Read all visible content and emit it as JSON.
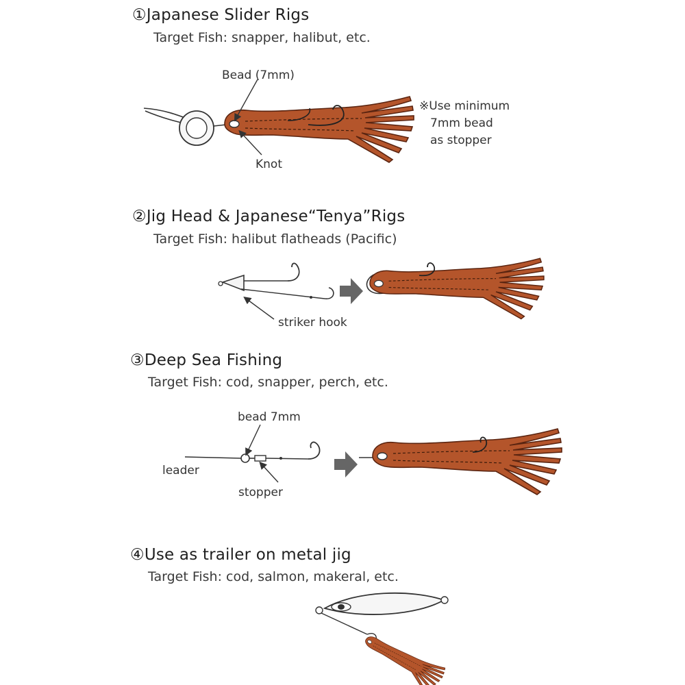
{
  "sections": [
    {
      "title": "①Japanese Slider Rigs",
      "subtitle": "Target Fish: snapper, halibut, etc.",
      "labels": {
        "bead": "Bead (7mm)",
        "knot": "Knot"
      },
      "note": [
        "※Use minimum",
        "7mm bead",
        "as stopper"
      ]
    },
    {
      "title": "②Jig Head & Japanese“Tenya”Rigs",
      "subtitle": "Target Fish: halibut  flatheads (Pacific)",
      "labels": {
        "striker": "striker hook"
      }
    },
    {
      "title": "③Deep Sea Fishing",
      "subtitle": "Target Fish: cod, snapper, perch, etc.",
      "labels": {
        "bead": "bead 7mm",
        "leader": "leader",
        "stopper": "stopper"
      }
    },
    {
      "title": "④Use as trailer on metal jig",
      "subtitle": "Target Fish: cod, salmon, makeral, etc."
    }
  ],
  "colors": {
    "lure": "#b4552b",
    "lure_dark": "#7a3416",
    "line": "#333333",
    "arrow": "#666666"
  }
}
